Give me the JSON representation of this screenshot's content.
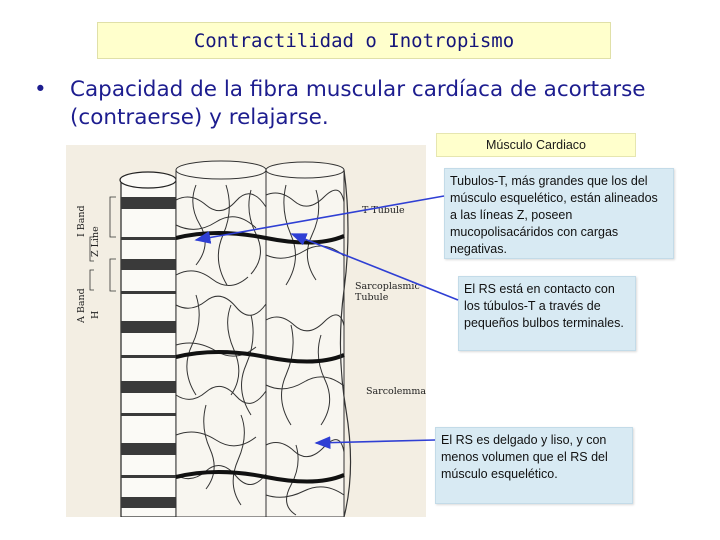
{
  "title": "Contractilidad o Inotropismo",
  "bullet": {
    "marker": "•",
    "text": "Capacidad de la fibra muscular cardíaca de acortarse (contraerse) y relajarse."
  },
  "figure": {
    "heading": "Músculo Cardiaco",
    "labels": {
      "t_tubule": "T Tubule",
      "sarcoplasmic_line1": "Sarcoplasmic",
      "sarcoplasmic_line2": "Tubule",
      "sarcolemma": "Sarcolemma",
      "i_band": "I Band",
      "z_line": "Z Line",
      "a_band": "A Band",
      "h": "H"
    }
  },
  "notes": [
    {
      "text": "Tubulos-T, más grandes que los del músculo esquelético, están alineados a las líneas Z, poseen mucopolisacáridos con cargas negativas."
    },
    {
      "text": "El RS está en contacto con los túbulos-T a través de pequeños bulbos terminales."
    },
    {
      "text": "El RS es delgado y liso, y con menos volumen que el RS del músculo esquelético."
    }
  ],
  "colors": {
    "title_bg": "#ffffcc",
    "text_blue": "#1d1d8f",
    "note_bg": "#d8eaf3",
    "arrow": "#2f3fd4"
  }
}
